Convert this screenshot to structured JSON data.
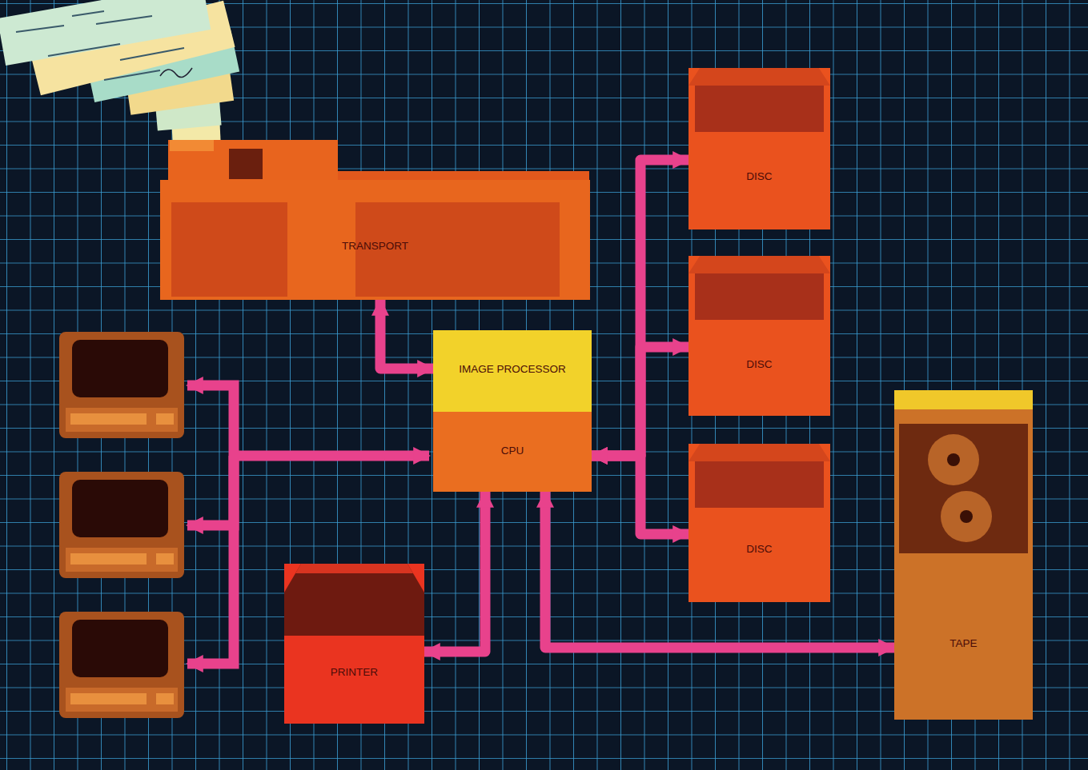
{
  "diagram": {
    "nodes": [
      {
        "text": [
          "TRANSPORT"
        ]
      },
      {
        "text": [
          "DISC"
        ]
      },
      {
        "text": [
          "IMAGE PROCESSOR"
        ]
      },
      {
        "text": [
          "CPU"
        ]
      },
      {
        "text": [
          "DISC"
        ]
      },
      {
        "text": [
          "DISC"
        ]
      },
      {
        "text": [
          "TAPE"
        ]
      },
      {
        "text": [
          "PRINTER"
        ]
      }
    ],
    "edges": [
      {
        "from": 0,
        "to": 2,
        "arrow": "both"
      },
      {
        "from": 3,
        "to": 1,
        "arrow": "both"
      },
      {
        "from": 3,
        "to": 4,
        "arrow": "both"
      },
      {
        "from": 3,
        "to": 5,
        "arrow": "both"
      },
      {
        "from": 3,
        "to": 7,
        "arrow": "both"
      },
      {
        "from": 3,
        "to": 6,
        "arrow": "both"
      }
    ]
  }
}
